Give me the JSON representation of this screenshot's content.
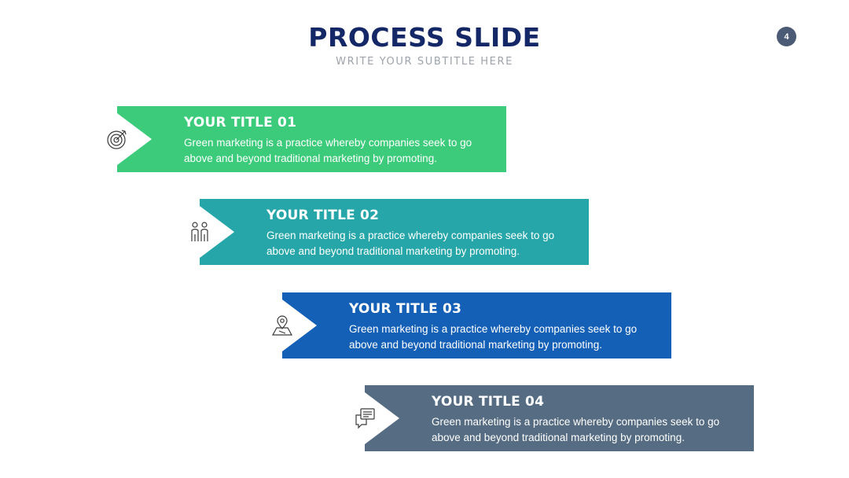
{
  "header": {
    "title": "PROCESS SLIDE",
    "subtitle": "WRITE YOUR SUBTITLE HERE",
    "page_number": "4"
  },
  "colors": {
    "title": "#142766",
    "badge": "#4b5a75",
    "step1": "#3ccb7b",
    "step2": "#26a6a9",
    "step3": "#1460b7",
    "step4": "#566c82"
  },
  "steps": [
    {
      "title": "YOUR TITLE 01",
      "text": "Green marketing is a practice whereby companies seek to go above and beyond traditional marketing by promoting.",
      "icon": "target-icon"
    },
    {
      "title": "YOUR TITLE 02",
      "text": "Green marketing is a practice whereby companies seek to go above and beyond traditional marketing by promoting.",
      "icon": "team-icon"
    },
    {
      "title": "YOUR TITLE 03",
      "text": "Green marketing is a practice whereby companies seek to go above and beyond traditional marketing by promoting.",
      "icon": "map-pin-icon"
    },
    {
      "title": "YOUR TITLE 04",
      "text": "Green marketing is a practice whereby companies seek to go above and beyond traditional marketing by promoting.",
      "icon": "chat-icon"
    }
  ]
}
